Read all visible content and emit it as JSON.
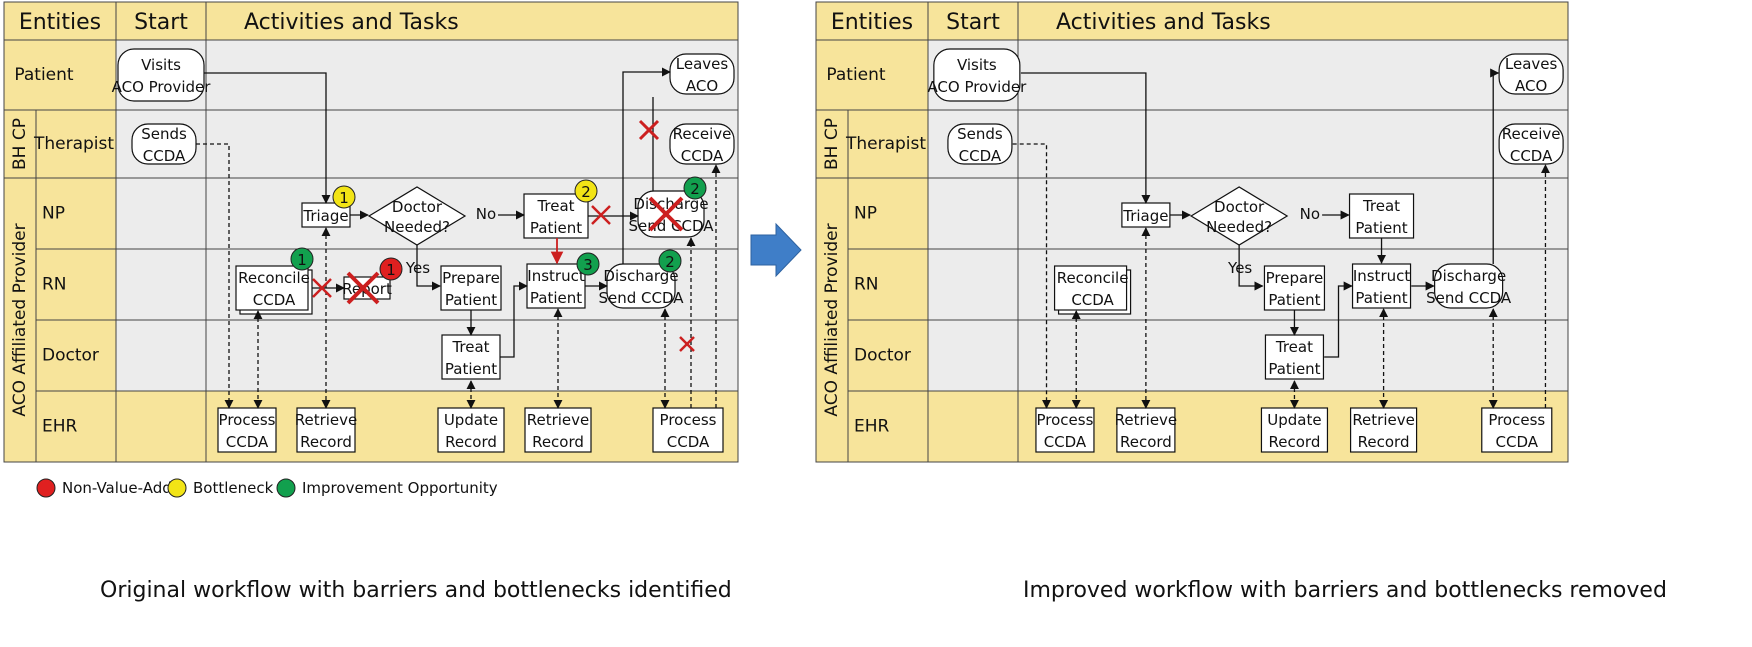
{
  "colors": {
    "header_fill": "#f7e49b",
    "body_fill": "#ececec",
    "border": "#444444",
    "arrow": "#3f7ec8",
    "non_value_add": "#e02020",
    "bottleneck": "#f2e416",
    "improvement": "#12a04e",
    "barrier_arrow": "#cc1f1f"
  },
  "header": {
    "entities": "Entities",
    "start": "Start",
    "activities": "Activities and Tasks"
  },
  "lanes": {
    "patient": "Patient",
    "bhcp": "BH CP",
    "therapist": "Therapist",
    "aco": "ACO Affiliated Provider",
    "np": "NP",
    "rn": "RN",
    "doctor": "Doctor",
    "ehr": "EHR"
  },
  "nodes": {
    "visits": [
      "Visits",
      "ACO Provider"
    ],
    "sends": [
      "Sends",
      "CCDA"
    ],
    "triage": "Triage",
    "doctor_needed": [
      "Doctor",
      "Needed?"
    ],
    "no": "No",
    "yes": "Yes",
    "treat_np": [
      "Treat",
      "Patient"
    ],
    "discharge_np": [
      "Discharge",
      "Send CCDA"
    ],
    "leaves": [
      "Leaves",
      "ACO"
    ],
    "receive": [
      "Receive",
      "CCDA"
    ],
    "reconcile": [
      "Reconcile",
      "CCDA"
    ],
    "report": "Report",
    "prepare": [
      "Prepare",
      "Patient"
    ],
    "instruct": [
      "Instruct",
      "Patient"
    ],
    "discharge_rn": [
      "Discharge",
      "Send CCDA"
    ],
    "treat_doc": [
      "Treat",
      "Patient"
    ],
    "process1": [
      "Process",
      "CCDA"
    ],
    "retrieve1": [
      "Retrieve",
      "Record"
    ],
    "update": [
      "Update",
      "Record"
    ],
    "retrieve2": [
      "Retrieve",
      "Record"
    ],
    "process2": [
      "Process",
      "CCDA"
    ]
  },
  "badges": {
    "triage": "1",
    "treat_np": "2",
    "discharge_np": "2",
    "reconcile": "1",
    "report": "1",
    "instruct": "3",
    "discharge_rn": "2"
  },
  "legend": {
    "non_value_add": "Non-Value-Add",
    "bottleneck": "Bottleneck",
    "improvement": "Improvement Opportunity"
  },
  "captions": {
    "left": "Original workflow with barriers and bottlenecks identified",
    "right": "Improved workflow with barriers and bottlenecks removed"
  }
}
